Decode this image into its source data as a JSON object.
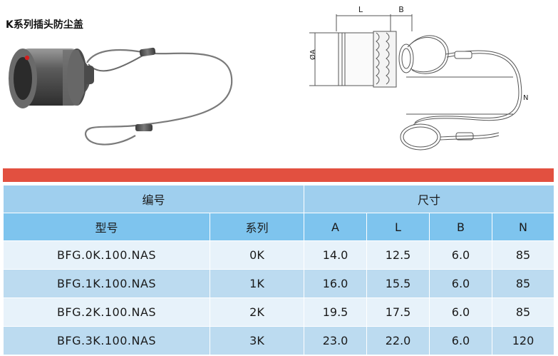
{
  "title": "K系列插头防尘盖",
  "drawing": {
    "dim_L": "L",
    "dim_B": "B",
    "dim_A": "ØA",
    "dim_N": "N"
  },
  "table": {
    "group_headers": [
      "编号",
      "尺寸"
    ],
    "columns": [
      "型号",
      "系列",
      "A",
      "L",
      "B",
      "N"
    ],
    "rows": [
      {
        "model": "BFG.0K.100.NAS",
        "series": "0K",
        "A": "14.0",
        "L": "12.5",
        "B": "6.0",
        "N": "85"
      },
      {
        "model": "BFG.1K.100.NAS",
        "series": "1K",
        "A": "16.0",
        "L": "15.5",
        "B": "6.0",
        "N": "85"
      },
      {
        "model": "BFG.2K.100.NAS",
        "series": "2K",
        "A": "19.5",
        "L": "17.5",
        "B": "6.0",
        "N": "85"
      },
      {
        "model": "BFG.3K.100.NAS",
        "series": "3K",
        "A": "23.0",
        "L": "22.0",
        "B": "6.0",
        "N": "120"
      }
    ]
  },
  "colors": {
    "accent_bar": "#e25040",
    "header_blue": "#7ec4ee",
    "row_light": "#e7f2fa",
    "row_mid": "#bcdbf0"
  }
}
